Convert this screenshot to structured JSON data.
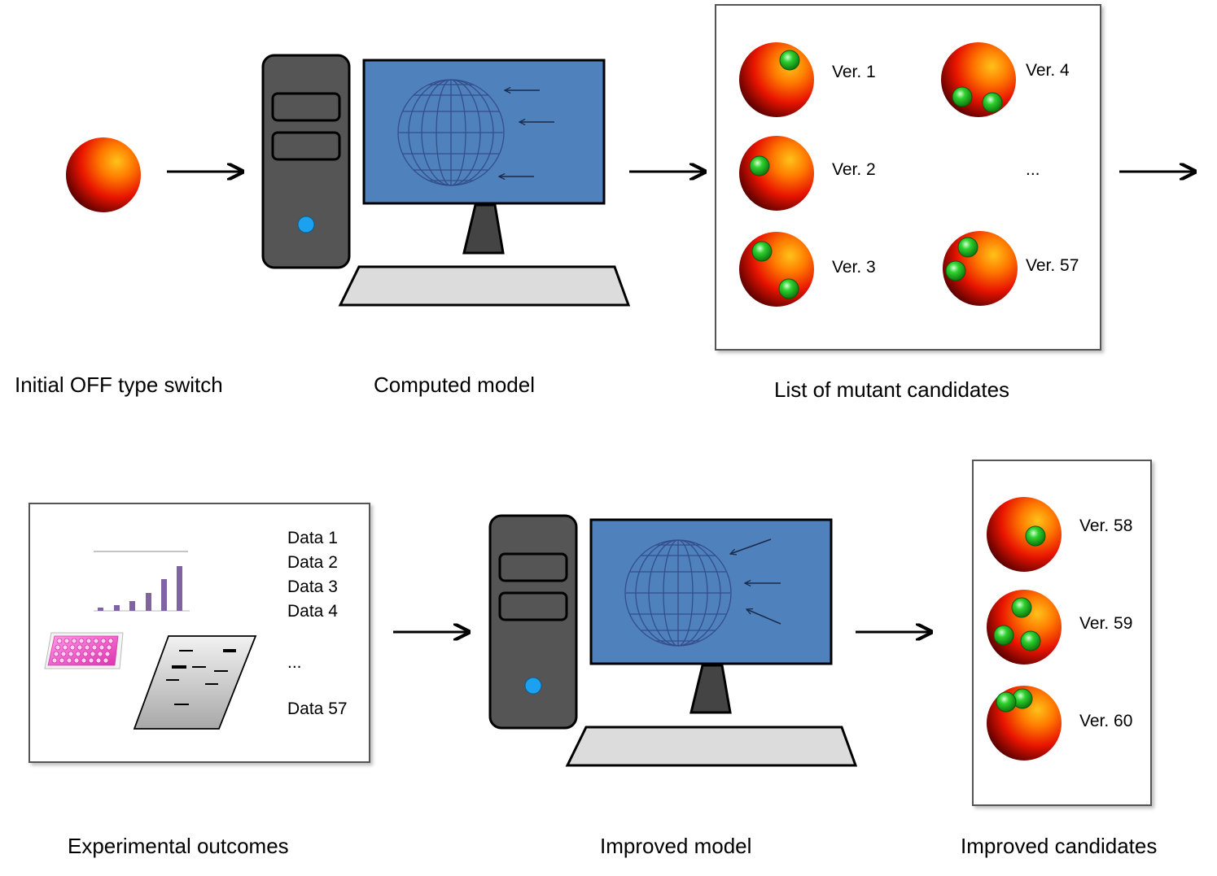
{
  "labels": {
    "initial_switch": "Initial OFF type switch",
    "computed_model": "Computed model",
    "mutant_list": "List of mutant candidates",
    "experimental_outcomes": "Experimental outcomes",
    "improved_model": "Improved model",
    "improved_candidates": "Improved candidates"
  },
  "mutant_candidates": {
    "ver1": "Ver. 1",
    "ver2": "Ver. 2",
    "ver3": "Ver. 3",
    "ver4": "Ver. 4",
    "ellipsis": "...",
    "ver57": "Ver. 57"
  },
  "improved_list": {
    "ver58": "Ver. 58",
    "ver59": "Ver. 59",
    "ver60": "Ver. 60"
  },
  "data_list": {
    "d1": "Data 1",
    "d2": "Data 2",
    "d3": "Data 3",
    "d4": "Data 4",
    "ellipsis": "...",
    "d57": "Data 57"
  },
  "colors": {
    "sphere_center": "#ffb21a",
    "sphere_edge": "#5a0000",
    "mutation_dot": "#22b422",
    "monitor_screen": "#4f81bd",
    "tower": "#555555",
    "power_led": "#1ba1f0",
    "bar_color": "#8064a2",
    "plate_color": "#ff5fd0"
  }
}
